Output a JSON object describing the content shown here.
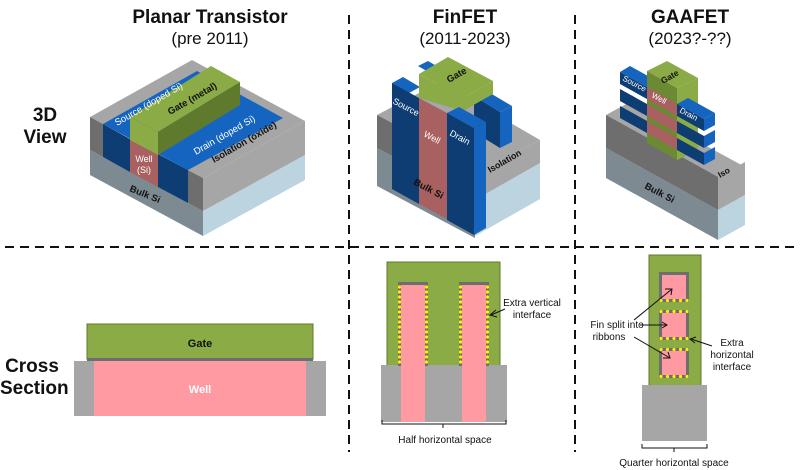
{
  "columns": [
    {
      "title": "Planar Transistor",
      "subtitle": "(pre 2011)"
    },
    {
      "title": "FinFET",
      "subtitle": "(2011-2023)"
    },
    {
      "title": "GAAFET",
      "subtitle": "(2023?-??)"
    }
  ],
  "rows": {
    "view3d": {
      "line1": "3D",
      "line2": "View"
    },
    "cross": {
      "line1": "Cross",
      "line2": "Section"
    }
  },
  "planar3d": {
    "source": "Source (doped Si)",
    "gate": "Gate (metal)",
    "drain": "Drain (doped Si)",
    "isolation": "Isolation (oxide)",
    "well_line1": "Well",
    "well_line2": "(Si)",
    "bulk": "Bulk Si"
  },
  "finfet3d": {
    "gate": "Gate",
    "source": "Source",
    "well": "Well",
    "drain": "Drain",
    "isolation": "Isolation",
    "bulk": "Bulk Si"
  },
  "gaafet3d": {
    "gate": "Gate",
    "source": "Source",
    "well": "Well",
    "drain": "Drain",
    "iso": "Iso",
    "bulk": "Bulk Si"
  },
  "planarCross": {
    "gate": "Gate",
    "well": "Well"
  },
  "finfetCross": {
    "annotation_line1": "Extra vertical",
    "annotation_line2": "interface",
    "brace_label": "Half horizontal space"
  },
  "gaafetCross": {
    "fin_line1": "Fin split into",
    "fin_line2": "ribbons",
    "extra_line1": "Extra",
    "extra_line2": "horizontal",
    "extra_line3": "interface",
    "brace_label": "Quarter horizontal space"
  },
  "colors": {
    "gate": "#8aab45",
    "gate_dark": "#5f7a2c",
    "blue": "#1565c0",
    "blue_dark": "#0d3d73",
    "well": "#a86060",
    "well_cross": "#ff9aa2",
    "gray": "#a6a6a6",
    "gray_dark": "#6e6e6e",
    "bulk_front": "#7d8a92",
    "bulk_side": "#bcd4e0",
    "interface_dot": "#ffef00"
  }
}
